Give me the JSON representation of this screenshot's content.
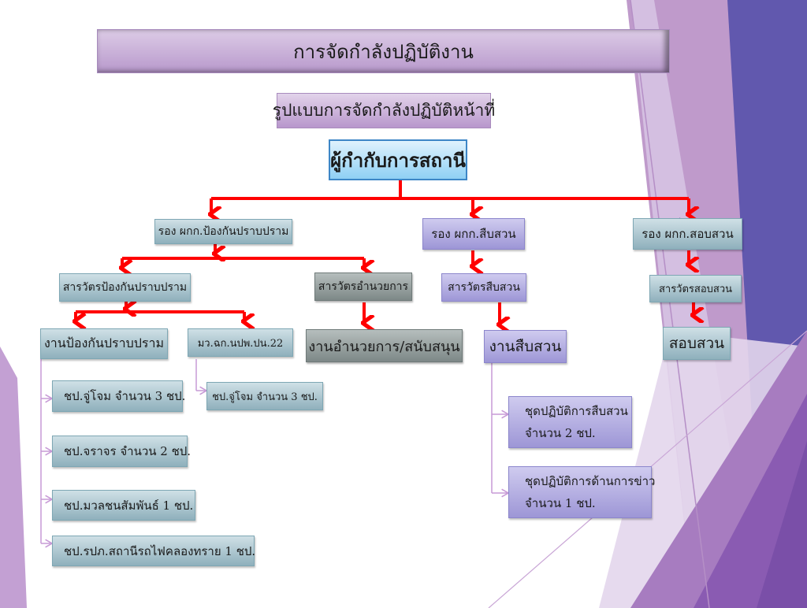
{
  "slide": {
    "title": "การจัดกำลังปฏิบัติงาน",
    "subtitle": "รูปแบบการจัดกำลังปฏิบัติหน้าที่"
  },
  "org_chart": {
    "root": "ผู้กำกับการสถานี",
    "deputies": {
      "prevention": "รอง ผกก.ป้องกันปราบปราม",
      "investigation": "รอง ผกก.สืบสวน",
      "inquiry": "รอง ผกก.สอบสวน"
    },
    "inspectors": {
      "prevention": "สารวัตรป้องกันปราบปราม",
      "admin": "สารวัตรอำนวยการ",
      "investigation": "สารวัตรสืบสวน",
      "inquiry": "สารวัตรสอบสวน"
    },
    "units": {
      "prevention_work": "งานป้องกันปราบปราม",
      "volunteer_unit": "มว.ฉก.นปพ.ปน.22",
      "admin_work": "งานอำนวยการ/สนับสนุน",
      "investigation_work": "งานสืบสวน",
      "inquiry_work": "สอบสวน"
    },
    "prevention_teams": [
      "ชป.จู่โจม จำนวน 3 ชป.",
      "ชป.จราจร จำนวน 2 ชป.",
      "ชป.มวลชนสัมพันธ์ 1 ชป.",
      "ชป.รปภ.สถานีรถไฟคลองทราย 1 ชป."
    ],
    "volunteer_teams": [
      "ชป.จู่โจม จำนวน 3 ชป."
    ],
    "investigation_teams": [
      {
        "line1": "ชุดปฏิบัติการสืบสวน",
        "line2": "จำนวน 2 ชป."
      },
      {
        "line1": "ชุดปฏิบัติการด้านการข่าว",
        "line2": "จำนวน 1 ชป."
      }
    ]
  },
  "colors": {
    "connector": "#ff0000",
    "sub_connector": "#c79ad6",
    "theme_lilac": "#bf9acb",
    "theme_indigo": "#6158ae"
  }
}
